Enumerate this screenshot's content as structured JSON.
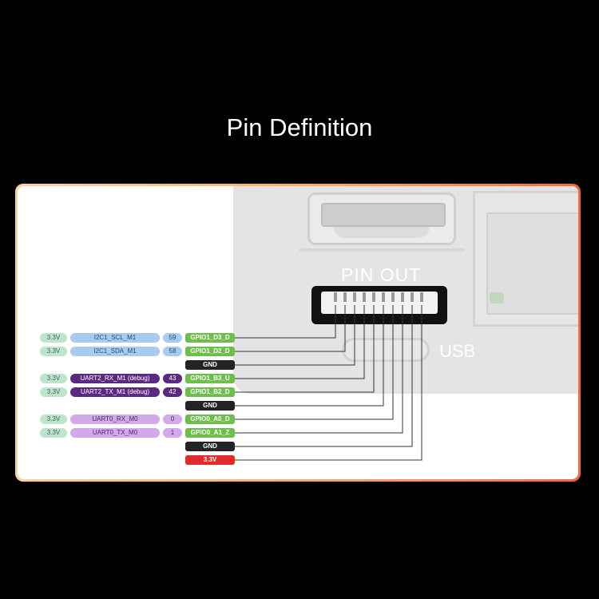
{
  "title": "Pin Definition",
  "board": {
    "pin_out_label": "PIN OUT",
    "usb_label": "USB"
  },
  "pins": [
    {
      "power": "3.3V",
      "function": "I2C1_SCL_M1",
      "number": "59",
      "name": "GPIO1_D3_D",
      "type": "gpio",
      "group": "blue"
    },
    {
      "power": "3.3V",
      "function": "I2C1_SDA_M1",
      "number": "58",
      "name": "GPIO1_D2_D",
      "type": "gpio",
      "group": "blue"
    },
    {
      "name": "GND",
      "type": "gnd"
    },
    {
      "power": "3.3V",
      "function": "UART2_RX_M1 (debug)",
      "number": "43",
      "name": "GPIO1_B3_U",
      "type": "gpio",
      "group": "purple-dark"
    },
    {
      "power": "3.3V",
      "function": "UART2_TX_M1 (debug)",
      "number": "42",
      "name": "GPIO1_B2_D",
      "type": "gpio",
      "group": "purple-dark"
    },
    {
      "name": "GND",
      "type": "gnd"
    },
    {
      "power": "3.3V",
      "function": "UART0_RX_M0",
      "number": "0",
      "name": "GPIO0_A0_D",
      "type": "gpio",
      "group": "purple-light"
    },
    {
      "power": "3.3V",
      "function": "UART0_TX_M0",
      "number": "1",
      "name": "GPIO0_A1_Z",
      "type": "gpio",
      "group": "purple-light"
    },
    {
      "name": "GND",
      "type": "gnd"
    },
    {
      "name": "3.3V",
      "type": "power"
    }
  ],
  "colors": {
    "gpio": "#6fbe4b",
    "gnd": "#232323",
    "power": "#e32b2b",
    "blue": "#a8ccef",
    "purple_dark": "#5a2a80",
    "purple_light": "#d3a9ec",
    "v33": "#bfe4cd"
  }
}
